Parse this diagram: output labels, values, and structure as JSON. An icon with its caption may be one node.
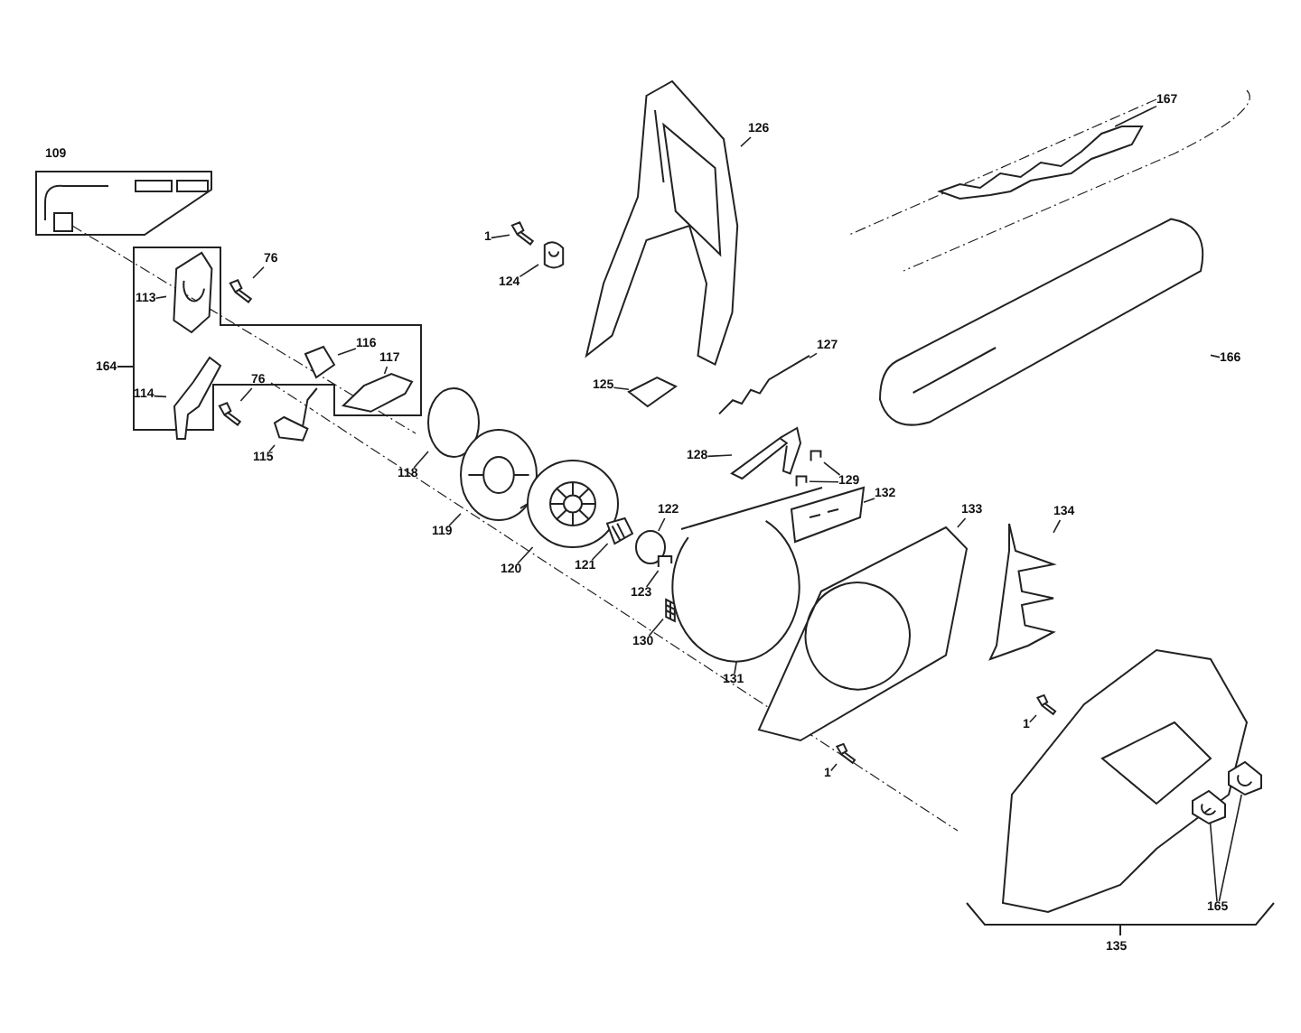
{
  "diagram": {
    "nodes": [
      {
        "text": [
          "1"
        ]
      },
      {
        "text": [],
        "shape": "picture"
      },
      {
        "text": [
          "124"
        ]
      },
      {
        "text": [],
        "shape": "picture"
      },
      {
        "text": [
          "126"
        ]
      },
      {
        "text": [],
        "shape": "picture"
      },
      {
        "text": [
          "167"
        ]
      },
      {
        "text": [],
        "shape": "picture"
      },
      {
        "text": [
          "76"
        ]
      },
      {
        "text": [],
        "shape": "picture"
      },
      {
        "text": [
          "113"
        ]
      },
      {
        "text": [],
        "shape": "picture"
      },
      {
        "text": [
          "166"
        ]
      },
      {
        "text": [],
        "shape": "picture"
      },
      {
        "text": [
          "116"
        ]
      },
      {
        "text": [],
        "shape": "picture"
      },
      {
        "text": [
          "117"
        ]
      },
      {
        "text": [],
        "shape": "picture"
      },
      {
        "text": [
          "127"
        ]
      },
      {
        "text": [],
        "shape": "picture"
      },
      {
        "text": [
          "125"
        ]
      },
      {
        "text": [],
        "shape": "picture"
      },
      {
        "text": [
          "114"
        ]
      },
      {
        "text": [],
        "shape": "picture"
      },
      {
        "text": [
          "76"
        ]
      },
      {
        "text": [],
        "shape": "picture"
      },
      {
        "text": [
          "115"
        ]
      },
      {
        "text": [],
        "shape": "picture"
      },
      {
        "text": [
          "128"
        ]
      },
      {
        "text": [],
        "shape": "picture"
      },
      {
        "text": [
          "129"
        ]
      },
      {
        "text": [],
        "shape": "picture"
      },
      {
        "text": [],
        "shape": "picture"
      },
      {
        "text": [
          "118"
        ]
      },
      {
        "text": [],
        "shape": "circle"
      },
      {
        "text": [
          "119"
        ]
      },
      {
        "text": [],
        "shape": "picture"
      },
      {
        "text": [
          "132"
        ]
      },
      {
        "text": [],
        "shape": "picture"
      },
      {
        "text": [
          "133"
        ]
      },
      {
        "text": [],
        "shape": "picture"
      },
      {
        "text": [
          "134"
        ]
      },
      {
        "text": [],
        "shape": "picture"
      },
      {
        "text": [
          "122"
        ]
      },
      {
        "text": [],
        "shape": "circle"
      },
      {
        "text": [
          "120"
        ]
      },
      {
        "text": [],
        "shape": "picture"
      },
      {
        "text": [
          "121"
        ]
      },
      {
        "text": [],
        "shape": "picture"
      },
      {
        "text": [
          "123"
        ]
      },
      {
        "text": [],
        "shape": "picture"
      },
      {
        "text": [
          "130"
        ]
      },
      {
        "text": [],
        "shape": "picture"
      },
      {
        "text": [
          "131"
        ]
      },
      {
        "text": [],
        "shape": "picture"
      },
      {
        "text": [
          "1"
        ]
      },
      {
        "text": [],
        "shape": "picture"
      },
      {
        "text": [
          "1"
        ]
      },
      {
        "text": [],
        "shape": "picture"
      },
      {
        "text": [
          "165"
        ]
      },
      {
        "text": [],
        "shape": "picture"
      },
      {
        "text": [],
        "shape": "picture"
      }
    ],
    "edges": [
      {
        "from": 0,
        "to": 1,
        "arrow": "none"
      },
      {
        "from": 2,
        "to": 3,
        "arrow": "none"
      },
      {
        "from": 4,
        "to": 5,
        "arrow": "none"
      },
      {
        "from": 6,
        "to": 7,
        "arrow": "none"
      },
      {
        "from": 8,
        "to": 9,
        "arrow": "none"
      },
      {
        "from": 10,
        "to": 11,
        "arrow": "none"
      },
      {
        "from": 12,
        "to": 13,
        "arrow": "none"
      },
      {
        "from": 14,
        "to": 15,
        "arrow": "none"
      },
      {
        "from": 16,
        "to": 17,
        "arrow": "none"
      },
      {
        "from": 18,
        "to": 19,
        "arrow": "none"
      },
      {
        "from": 20,
        "to": 21,
        "arrow": "none"
      },
      {
        "from": 22,
        "to": 23,
        "arrow": "none"
      },
      {
        "from": 24,
        "to": 25,
        "arrow": "none"
      },
      {
        "from": 26,
        "to": 27,
        "arrow": "none"
      },
      {
        "from": 28,
        "to": 29,
        "arrow": "none"
      },
      {
        "from": 30,
        "to": 31,
        "arrow": "none"
      },
      {
        "from": 30,
        "to": 32,
        "arrow": "none"
      },
      {
        "from": 33,
        "to": 34,
        "arrow": "none"
      },
      {
        "from": 35,
        "to": 36,
        "arrow": "none"
      },
      {
        "from": 37,
        "to": 38,
        "arrow": "none"
      },
      {
        "from": 39,
        "to": 40,
        "arrow": "none"
      },
      {
        "from": 41,
        "to": 42,
        "arrow": "none"
      },
      {
        "from": 43,
        "to": 44,
        "arrow": "none"
      },
      {
        "from": 45,
        "to": 46,
        "arrow": "none"
      },
      {
        "from": 47,
        "to": 48,
        "arrow": "none"
      },
      {
        "from": 49,
        "to": 50,
        "arrow": "none"
      },
      {
        "from": 51,
        "to": 52,
        "arrow": "none"
      },
      {
        "from": 53,
        "to": 54,
        "arrow": "none"
      },
      {
        "from": 55,
        "to": 56,
        "arrow": "none"
      },
      {
        "from": 57,
        "to": 58,
        "arrow": "none"
      },
      {
        "from": 59,
        "to": 60,
        "arrow": "none"
      },
      {
        "from": 59,
        "to": 61,
        "arrow": "none"
      }
    ],
    "labels": [
      "109",
      "164",
      "135"
    ]
  }
}
